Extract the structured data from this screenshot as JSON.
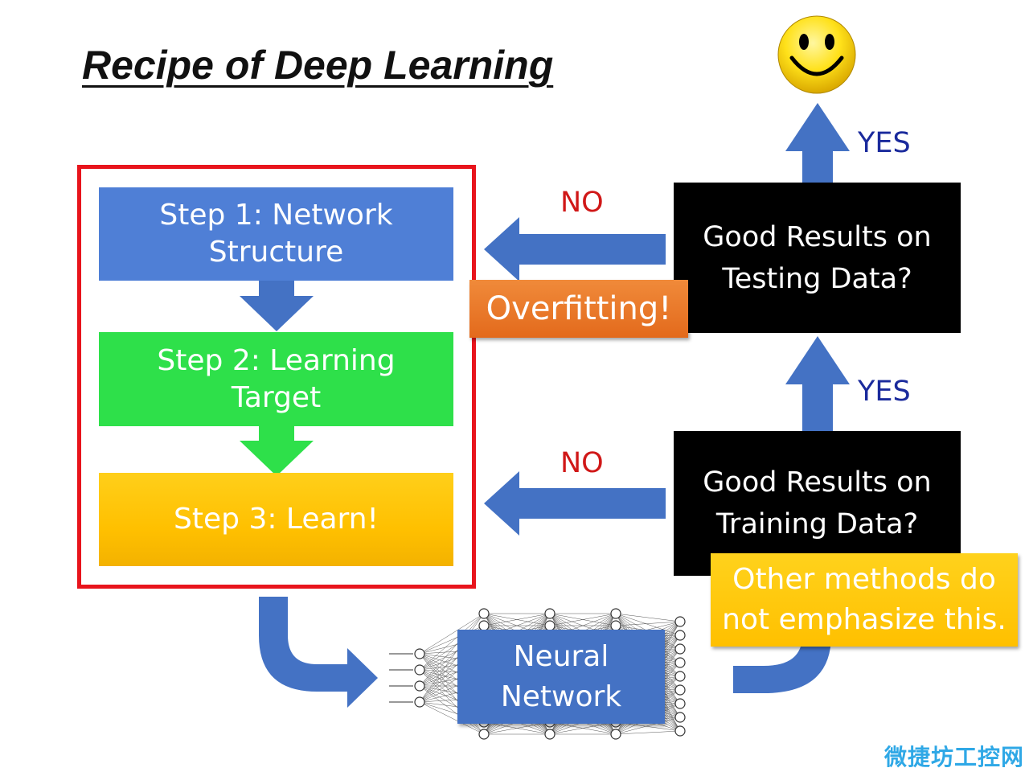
{
  "title": "Recipe of Deep Learning",
  "steps": {
    "step1": "Step 1: Network Structure",
    "step2": "Step 2: Learning Target",
    "step3": "Step 3: Learn!"
  },
  "checks": {
    "testing": "Good Results on Testing Data?",
    "training": "Good Results on Training Data?"
  },
  "labels": {
    "no_top": "NO",
    "no_bottom": "NO",
    "yes_top": "YES",
    "yes_bottom": "YES"
  },
  "callouts": {
    "overfitting": "Overfitting!",
    "other_methods": "Other methods do not emphasize this."
  },
  "neural_network": "Neural Network",
  "watermark": "微捷坊工控网",
  "colors": {
    "step1": "#4f7fd6",
    "step2": "#2ee04a",
    "step3": "#ffc000",
    "frame": "#e8141c",
    "arrow": "#4472c4",
    "no": "#d01818",
    "yes": "#1a2a9c",
    "overfitting": "#e36a1c"
  }
}
